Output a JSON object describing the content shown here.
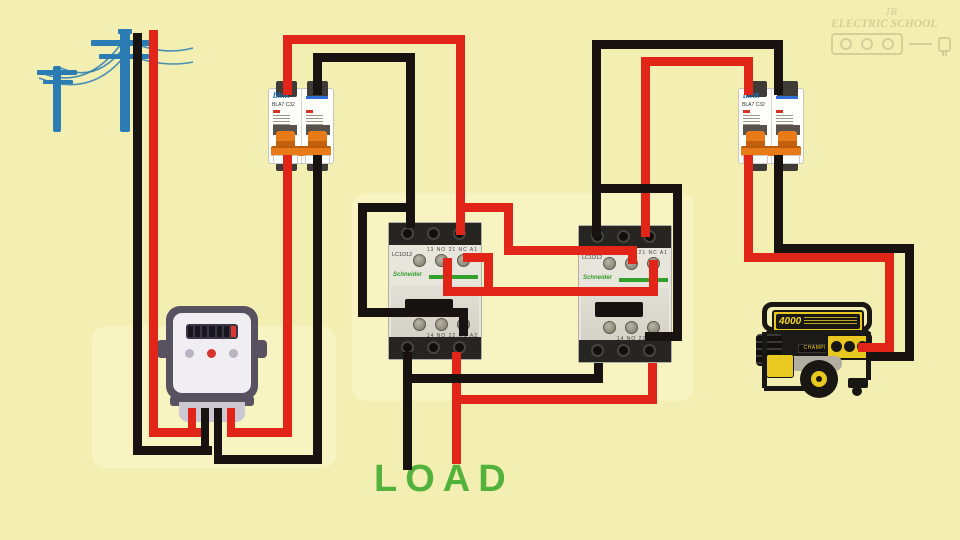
{
  "colors": {
    "background": "#f3efb2",
    "panel": "#f8f4c2",
    "wire_red": "#e12619",
    "wire_black": "#181310",
    "pole_blue": "#2b7cb3",
    "load_green": "#53b23c",
    "breaker_orange": "#e87b17",
    "breaker_brand_blue": "#1a6fb5",
    "contactor_green": "#33a02c",
    "generator_yellow": "#e9c81f"
  },
  "load_label": "LOAD",
  "watermark": {
    "initials": "JR",
    "title": "ELECTRIC SCHOOL"
  },
  "breaker": {
    "brand": "blnk",
    "model": "BLA7",
    "rating": "C32"
  },
  "contactor": {
    "model": "LC1D12",
    "brand": "Schneider",
    "top_terminals": "13 NO 21 NC A1",
    "bottom_terminals": "14 NO 22 NC A2"
  },
  "generator": {
    "wattage": "4000",
    "brand": "CHAMPION"
  }
}
